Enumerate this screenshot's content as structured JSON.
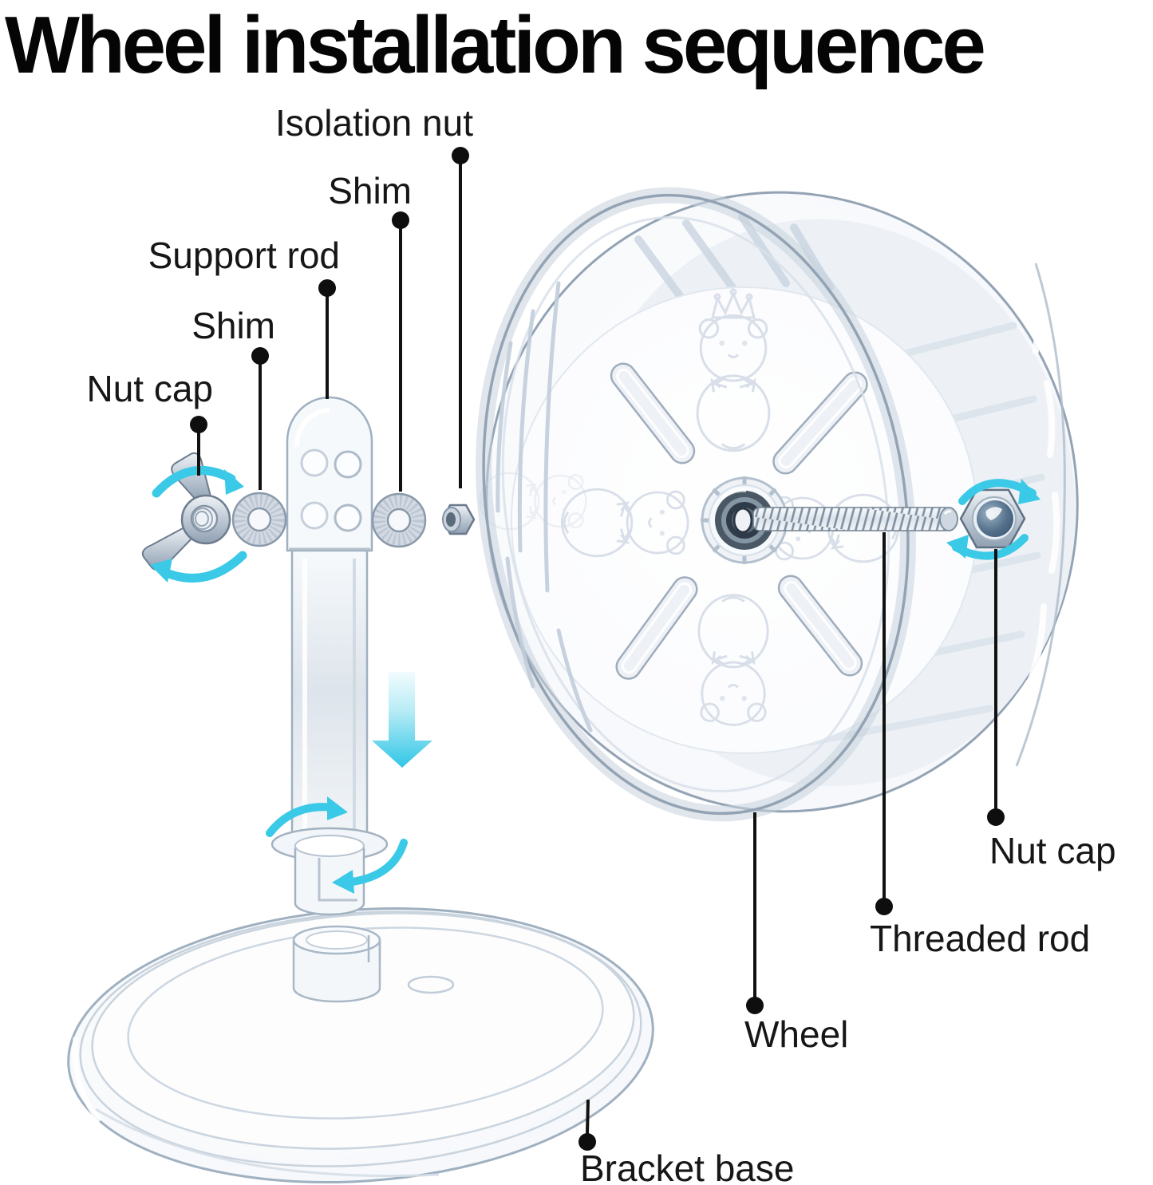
{
  "title": "Wheel installation sequence",
  "labels": {
    "isolation_nut": "Isolation nut",
    "shim_top": "Shim",
    "support_rod": "Support rod",
    "shim_left": "Shim",
    "nut_cap_left": "Nut cap",
    "nut_cap_right": "Nut cap",
    "threaded_rod": "Threaded rod",
    "wheel": "Wheel",
    "bracket_base": "Bracket base"
  },
  "colors": {
    "accent_cyan": "#35C8E6",
    "label_text": "#161616",
    "leader_line": "#111111",
    "metal_light": "#d6dde6",
    "metal_dark": "#8fa0b2",
    "steel_blue": "#46607a",
    "plastic_outline": "#93a3b4",
    "background": "#ffffff"
  }
}
